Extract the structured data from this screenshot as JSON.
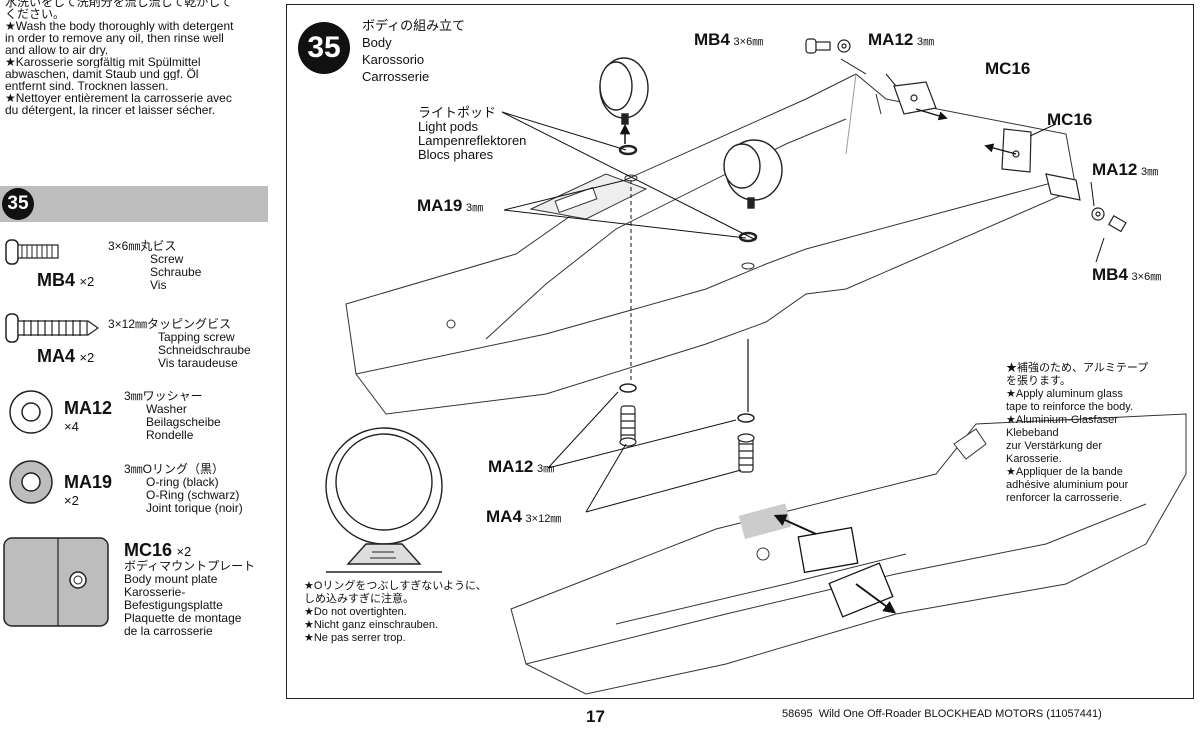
{
  "intro": {
    "lines": [
      "水洗いをして洗剤分を流し流して乾かして",
      "ください。",
      "★Wash the body thoroughly with detergent",
      "in order to remove any oil, then rinse well",
      "and allow to air dry.",
      "★Karosserie sorgfältig mit Spülmittel",
      "abwaschen, damit Staub und ggf. Öl",
      "entfernt sind. Trocknen lassen.",
      "★Nettoyer entièrement la carrosserie avec",
      "du détergent, la rincer et laisser sécher."
    ]
  },
  "sidebar": {
    "step_number": "35",
    "parts": [
      {
        "code": "MB4",
        "qty": "×2",
        "desc": [
          "3×6㎜丸ビス",
          "Screw",
          "Schraube",
          "Vis"
        ]
      },
      {
        "code": "MA4",
        "qty": "×2",
        "desc": [
          "3×12㎜タッピングビス",
          "Tapping screw",
          "Schneidschraube",
          "Vis taraudeuse"
        ]
      },
      {
        "code": "MA12",
        "qty": "×4",
        "desc": [
          "3㎜ワッシャー",
          "Washer",
          "Beilagscheibe",
          "Rondelle"
        ]
      },
      {
        "code": "MA19",
        "qty": "×2",
        "desc": [
          "3㎜Oリング（黒）",
          "O-ring (black)",
          "O-Ring (schwarz)",
          "Joint torique (noir)"
        ]
      },
      {
        "code": "MC16",
        "qty": "×2",
        "desc": [
          "ボディマウントプレート",
          "Body mount plate",
          "Karosserie-",
          "Befestigungsplatte",
          "Plaquette de montage",
          "de la carrosserie"
        ]
      }
    ]
  },
  "step": {
    "number": "35",
    "title_lines": [
      "ボディの組み立て",
      "Body",
      "Karossorio",
      "Carrosserie"
    ]
  },
  "labels": {
    "light_pods": [
      "ライトポッド",
      "Light pods",
      "Lampenreflektoren",
      "Blocs phares"
    ],
    "mb4_top": {
      "code": "MB4",
      "unit": "3×6㎜"
    },
    "ma12_top": {
      "code": "MA12",
      "unit": "3㎜"
    },
    "mc16_top": {
      "code": "MC16"
    },
    "mc16_right": {
      "code": "MC16"
    },
    "ma12_right": {
      "code": "MA12",
      "unit": "3㎜"
    },
    "mb4_right": {
      "code": "MB4",
      "unit": "3×6㎜"
    },
    "ma19": {
      "code": "MA19",
      "unit": "3㎜"
    },
    "ma12_bottom": {
      "code": "MA12",
      "unit": "3㎜"
    },
    "ma4_bottom": {
      "code": "MA4",
      "unit": "3×12㎜"
    }
  },
  "notes": {
    "tape": [
      "★補強のため、アルミテープ",
      "を張ります。",
      "★Apply aluminum glass",
      "tape to reinforce the body.",
      "★Aluminium-Glasfaser",
      "Klebeband",
      "zur Verstärkung der",
      "Karosserie.",
      "★Appliquer de la bande",
      "adhésive aluminium pour",
      "renforcer la carrosserie."
    ],
    "oring": [
      "★Oリングをつぶしすぎないように、",
      "しめ込みすぎに注意。",
      "★Do not overtighten.",
      "★Nicht ganz einschrauben.",
      "★Ne pas serrer trop."
    ]
  },
  "footer": {
    "page_number": "17",
    "title": "58695  Wild One Off-Roader BLOCKHEAD MOTORS (11057441)"
  }
}
